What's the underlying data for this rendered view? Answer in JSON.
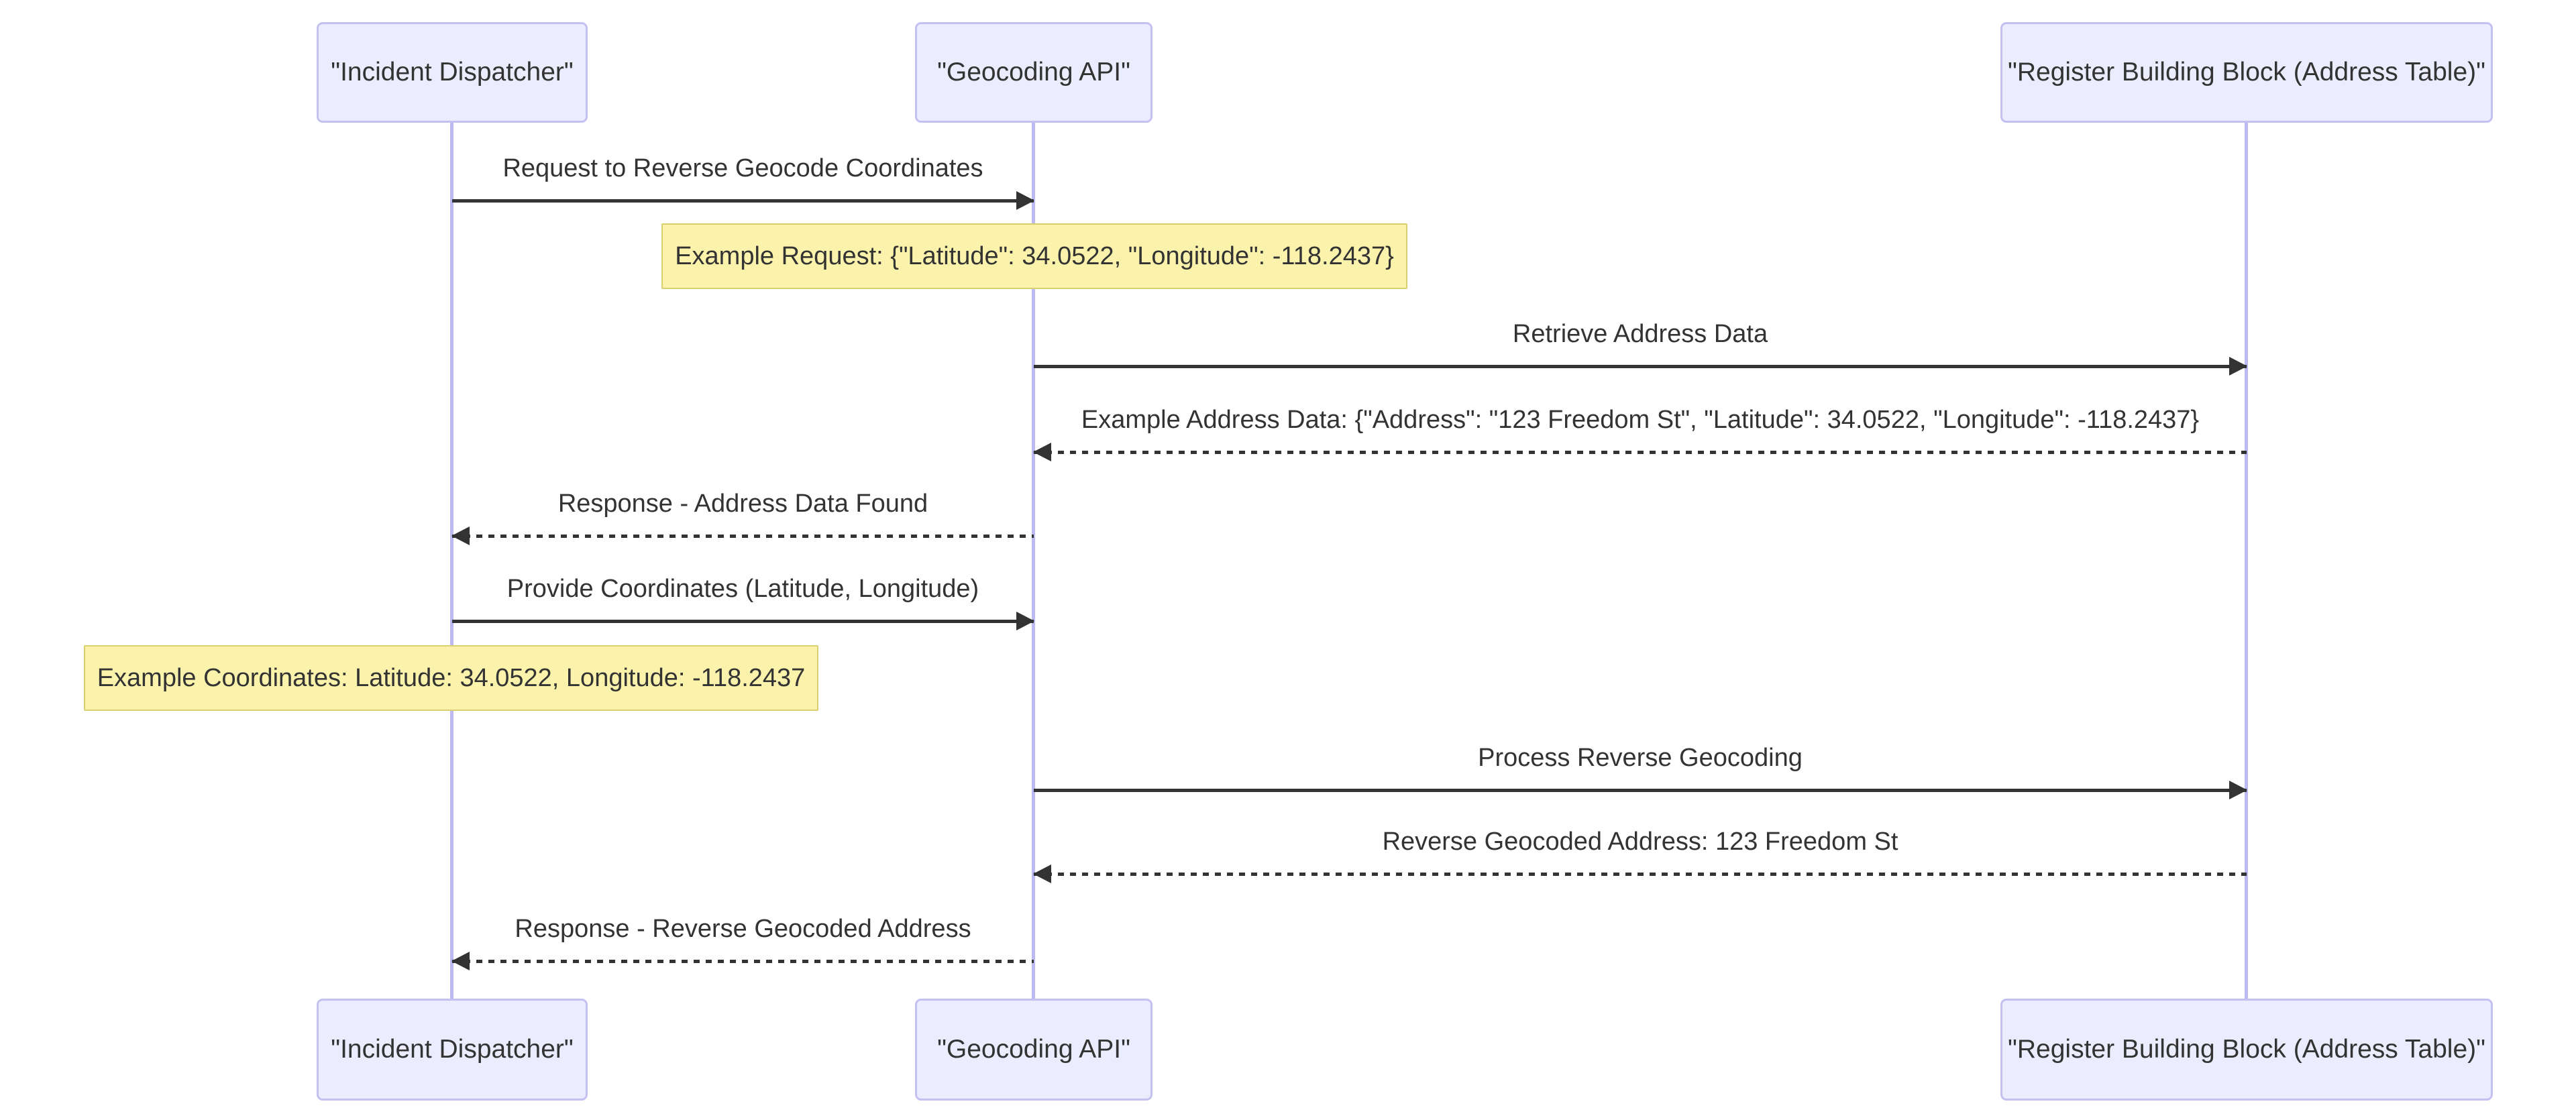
{
  "diagram": {
    "type": "sequence-diagram",
    "actors": [
      {
        "id": "incident-dispatcher",
        "label": "\"Incident Dispatcher\""
      },
      {
        "id": "geocoding-api",
        "label": "\"Geocoding API\""
      },
      {
        "id": "register-building-block",
        "label": "\"Register Building Block (Address Table)\""
      }
    ],
    "messages": [
      {
        "label": "Request to Reverse Geocode Coordinates",
        "from": "incident-dispatcher",
        "to": "geocoding-api",
        "line": "solid"
      },
      {
        "label": "Retrieve Address Data",
        "from": "geocoding-api",
        "to": "register-building-block",
        "line": "solid"
      },
      {
        "label": "Example Address Data: {\"Address\": \"123 Freedom St\", \"Latitude\": 34.0522, \"Longitude\": -118.2437}",
        "from": "register-building-block",
        "to": "geocoding-api",
        "line": "dashed"
      },
      {
        "label": "Response - Address Data Found",
        "from": "geocoding-api",
        "to": "incident-dispatcher",
        "line": "dashed"
      },
      {
        "label": "Provide Coordinates (Latitude, Longitude)",
        "from": "incident-dispatcher",
        "to": "geocoding-api",
        "line": "solid"
      },
      {
        "label": "Process Reverse Geocoding",
        "from": "geocoding-api",
        "to": "register-building-block",
        "line": "solid"
      },
      {
        "label": "Reverse Geocoded Address: 123 Freedom St",
        "from": "register-building-block",
        "to": "geocoding-api",
        "line": "dashed"
      },
      {
        "label": "Response - Reverse Geocoded Address",
        "from": "geocoding-api",
        "to": "incident-dispatcher",
        "line": "dashed"
      }
    ],
    "notes": [
      {
        "label": "Example Request: {\"Latitude\": 34.0522, \"Longitude\": -118.2437}",
        "position": "over geocoding-api"
      },
      {
        "label": "Example Coordinates: Latitude: 34.0522, Longitude: -118.2437",
        "position": "over incident-dispatcher"
      }
    ],
    "colors": {
      "background": "#FFFFFF",
      "actor_fill": "#ECECFF",
      "actor_border": "#C4C0F0",
      "lifeline": "#BDB9F2",
      "note_fill": "#FBF3AC",
      "note_border": "#D9CF6F",
      "message": "#333333"
    }
  }
}
